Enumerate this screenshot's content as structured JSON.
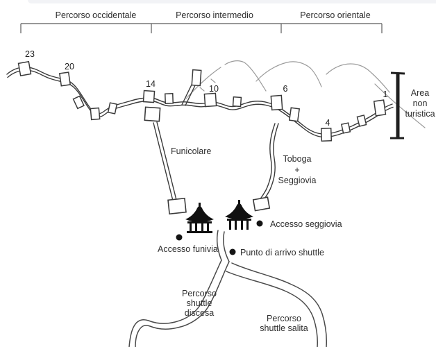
{
  "header": {
    "sections": [
      {
        "label": "Percorso occidentale"
      },
      {
        "label": "Percorso intermedio"
      },
      {
        "label": "Percorso orientale"
      }
    ]
  },
  "map": {
    "towers": [
      {
        "label": "23"
      },
      {
        "label": "20"
      },
      {
        "label": "14"
      },
      {
        "label": "10"
      },
      {
        "label": "6"
      },
      {
        "label": "4"
      },
      {
        "label": "1"
      }
    ],
    "funicular_label": "Funicolare",
    "toboggan_lines": [
      "Toboga",
      "+",
      "Seggiovia"
    ],
    "markers": {
      "chairlift_access": "Accesso seggiovia",
      "cablecar_access": "Accesso funivia",
      "shuttle_arrival": "Punto di arrivo shuttle"
    },
    "area_label_lines": [
      "Area",
      "non",
      "turistica"
    ],
    "shuttle_down_lines": [
      "Percorso",
      "shuttle",
      "discesa"
    ],
    "shuttle_up_lines": [
      "Percorso",
      "shuttle salita"
    ]
  },
  "colors": {
    "ink": "#3a3a3a",
    "text": "#2e2e2e",
    "mountain": "#9b9b9b",
    "marker": "#141414"
  }
}
